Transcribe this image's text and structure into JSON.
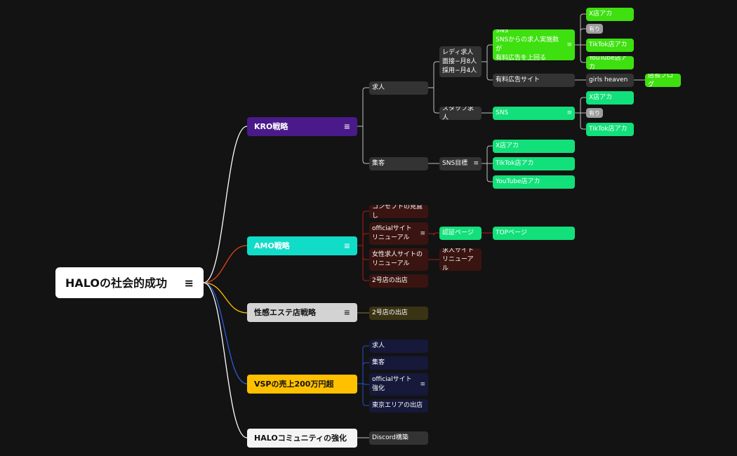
{
  "root": {
    "label": "HALOの社会的成功",
    "note": "≡"
  },
  "branches": {
    "kro": {
      "label": "KRO戦略",
      "note": "≡"
    },
    "amo": {
      "label": "AMO戦略",
      "note": "≡"
    },
    "esthe": {
      "label": "性感エステ店戦略",
      "note": "≡"
    },
    "vsp": {
      "label": "VSPの売上200万円超",
      "note": ""
    },
    "community": {
      "label": "HALOコミュニティの強化",
      "note": ""
    }
  },
  "kro": {
    "recruit": "求人",
    "lady": "レディ求人\n面接−月8人\n採用−月4人",
    "sns_big": "SNS\nSNSからの求人実施数が\n有料広告を上回る",
    "sns_big_note": "≡",
    "x1": "X店アカ",
    "ari1": "有り",
    "tiktok1": "TikTok店アカ",
    "youtube1": "YouTube店アカ",
    "paid_site": "有料広告サイト",
    "girls_heaven": "girls heaven",
    "blog": "店長ブログ",
    "staff": "スタッフ求人",
    "sns2": "SNS",
    "sns2_note": "≡",
    "x2": "X店アカ",
    "ari2": "有り",
    "tiktok2": "TikTok店アカ",
    "shukyaku": "集客",
    "sns_goal": "SNS目標",
    "sns_goal_note": "≡",
    "x3": "X店アカ",
    "tiktok3": "TikTok店アカ",
    "youtube3": "YouTube店アカ"
  },
  "amo": {
    "concept": "コンセプトの見直し",
    "official": "officialサイト\nリニューアル",
    "official_note": "≡",
    "auth": "認証ページ",
    "top": "TOPページ",
    "women": "女性求人サイトの\nリニューアル",
    "job_renew": "求人サイト\nリニューアル",
    "store2": "2号店の出店"
  },
  "esthe": {
    "store2": "2号店の出店"
  },
  "vsp": {
    "recruit": "求人",
    "shukyaku": "集客",
    "official": "officialサイト\n強化",
    "official_note": "≡",
    "tokyo": "東京エリアの出店"
  },
  "community": {
    "discord": "Discord構築"
  },
  "colors": {
    "background": "#131313",
    "kro": "#4a1a8a",
    "amo": "#10dcc8",
    "esthe": "#d3d3d3",
    "vsp": "#ffc000",
    "community": "#f4f4f4",
    "link_kro": "#ffffff",
    "link_amo": "#e8401a",
    "link_esthe": "#ffc000",
    "link_vsp": "#2a5cd8",
    "link_community": "#ffffff",
    "link_amo_sub": "#b01a1a"
  }
}
